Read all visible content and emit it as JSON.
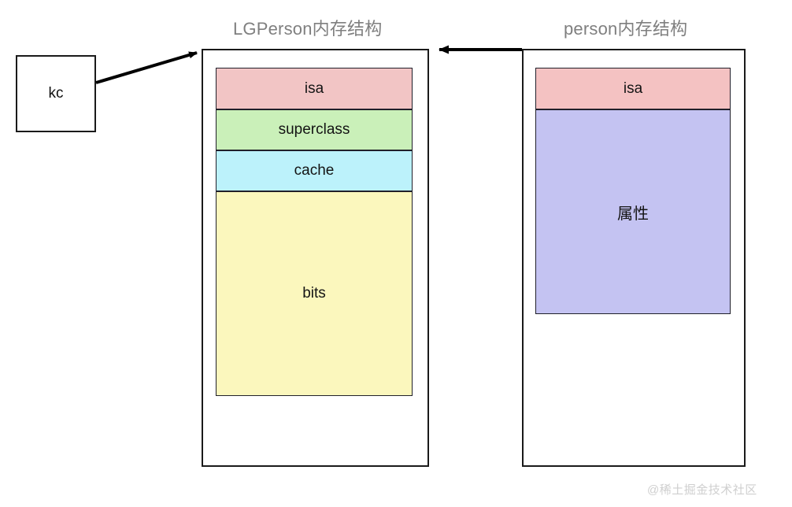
{
  "diagram": {
    "type": "memory-layout-diagram",
    "background_color": "#ffffff",
    "title_color": "#7f7f7f",
    "stroke_color": "#1a1a1a",
    "left_title": "LGPerson内存结构",
    "right_title": "person内存结构",
    "source_box": {
      "label": "kc",
      "fill": "#ffffff",
      "stroke": "#1a1a1a"
    },
    "class_structure": {
      "name": "LGPerson内存结构",
      "segments": [
        {
          "label": "isa",
          "fill": "#f2c5c5",
          "stroke": "#20202a"
        },
        {
          "label": "superclass",
          "fill": "#caf0b9",
          "stroke": "#20202a"
        },
        {
          "label": "cache",
          "fill": "#bcf2fb",
          "stroke": "#20202a"
        },
        {
          "label": "bits",
          "fill": "#fbf7bd",
          "stroke": "#20202a"
        }
      ]
    },
    "object_structure": {
      "name": "person内存结构",
      "segments": [
        {
          "label": "isa",
          "fill": "#f4c2c2",
          "stroke": "#20202a"
        },
        {
          "label": "属性",
          "fill": "#c4c3f2",
          "stroke": "#20202a"
        }
      ]
    },
    "arrows": [
      {
        "name": "kc-to-class",
        "from": "kc",
        "to": "LGPerson内存结构",
        "direction": "up-right"
      },
      {
        "name": "object-to-class",
        "from": "person内存结构",
        "to": "LGPerson内存结构",
        "direction": "left"
      }
    ],
    "watermark": "@稀土掘金技术社区"
  }
}
